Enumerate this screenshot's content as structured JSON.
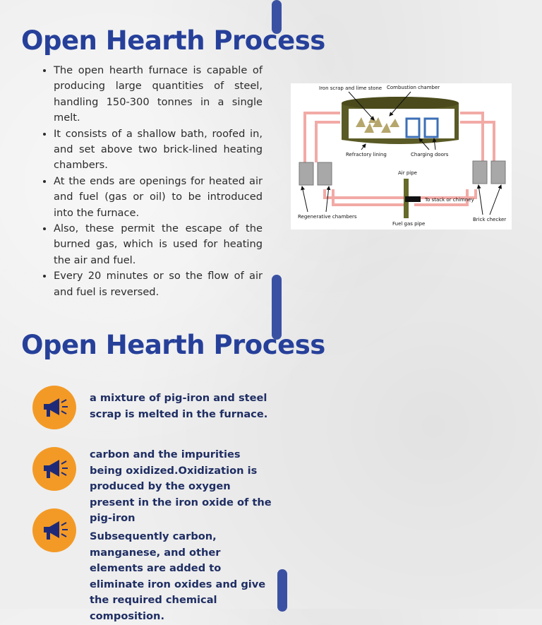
{
  "title_top": "Open Hearth Process",
  "bullets": [
    "The open hearth furnace is capable of producing large quantities of steel, handling 150-300 tonnes in a single melt.",
    "It consists of a shallow bath, roofed in, and set above two brick-lined heating chambers.",
    "At the ends are openings for heated air and fuel (gas or oil) to be introduced into the furnace.",
    " Also, these permit the escape of the burned gas, which is used for heating the air and fuel.",
    "Every 20 minutes or so the flow of air and fuel is reversed."
  ],
  "diagram": {
    "labels": {
      "iron_scrap": "Iron scrap and lime stone",
      "combustion": "Combustion chamber",
      "refractory": "Refractory lining",
      "charging": "Charging doors",
      "air_pipe": "Air pipe",
      "stack": "To stack or chimney",
      "regenerative": "Regenerative chambers",
      "fuel_gas": "Fuel gas pipe",
      "brick_checker": "Brick checker"
    },
    "colors": {
      "furnace": "#5a5a26",
      "flow": "#f2aaa6",
      "door": "#3d6fb6",
      "charge": "#b5a66c"
    }
  },
  "title_bottom": "Open Hearth Process",
  "steps": [
    {
      "icon": "megaphone-icon",
      "text": "a mixture of pig-iron and steel scrap is melted in the furnace."
    },
    {
      "icon": "megaphone-icon",
      "text": "carbon and the impurities being oxidized.Oxidization is produced by the oxygen present in the iron oxide of the pig-iron"
    },
    {
      "icon": "megaphone-icon",
      "text": "Subsequently carbon, manganese, and other elements are added to eliminate iron oxides and give the required chemical composition."
    }
  ],
  "colors": {
    "title": "#26409a",
    "accent_bar": "#3a51a3",
    "icon_bg": "#f39a26",
    "step_text": "#1f2e63"
  }
}
